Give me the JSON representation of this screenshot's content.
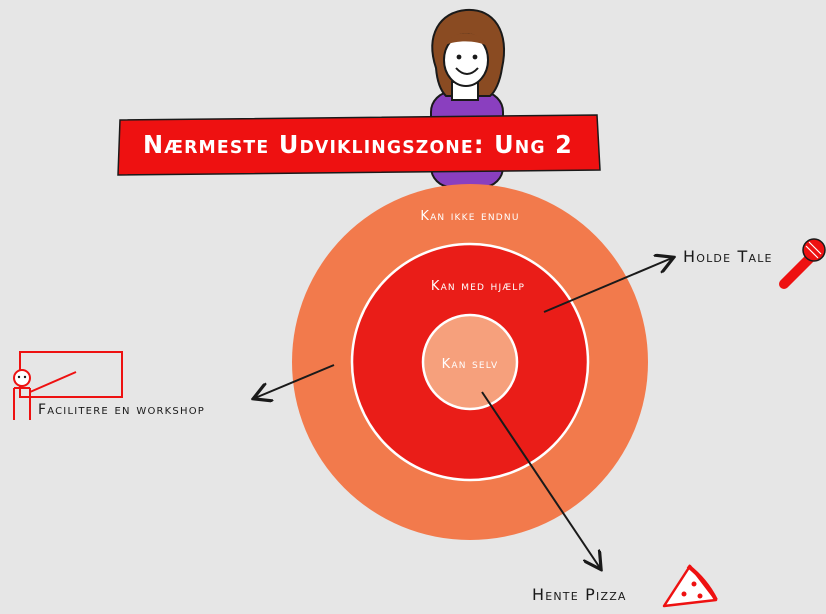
{
  "title": "Nærmeste Udviklingszone: Ung 2",
  "zones": {
    "outer": "Kan ikke endnu",
    "middle": "Kan med hjælp",
    "inner": "Kan selv"
  },
  "examples": {
    "left": "Facilitere en workshop",
    "right": "Holde Tale",
    "bottom": "Hente Pizza"
  },
  "colors": {
    "background": "#e6e6e6",
    "title_red": "#ee1111",
    "outer_zone": "#f27a4c",
    "middle_zone": "#ea1d18",
    "inner_zone": "#f6a07c",
    "hair": "#8a4b22",
    "shirt": "#8a3fbf",
    "ink": "#1a1a1a"
  },
  "icons": [
    "person-icon",
    "microphone-icon",
    "pizza-icon",
    "whiteboard-icon",
    "presenter-icon"
  ]
}
